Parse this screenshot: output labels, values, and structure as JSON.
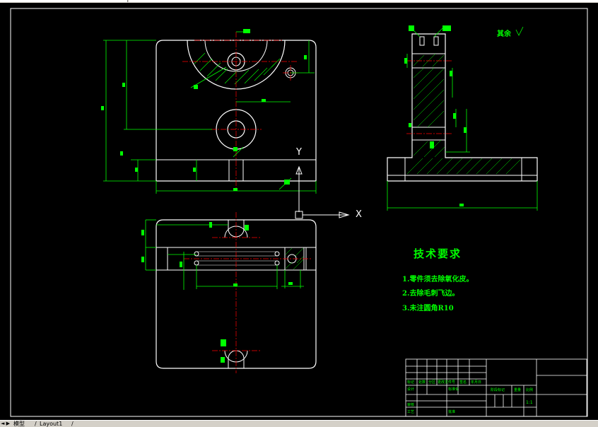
{
  "app": {
    "name": "AutoCAD drawing view",
    "layout_tabs": [
      {
        "label": "模型",
        "active": true
      },
      {
        "label": "Layout1",
        "active": false
      }
    ],
    "tab_nav_glyph": "◄ ▶"
  },
  "ucs": {
    "y_label": "Y",
    "x_label": "X"
  },
  "technical_requirements": {
    "title": "技术要求",
    "items": [
      "1.零件须去除氧化皮。",
      "2.去除毛刺飞边。",
      "3.未注圆角R10"
    ]
  },
  "roughness_note": "其余",
  "title_block": {
    "scale": "1:1",
    "cells": [
      "标记",
      "处数",
      "分区",
      "更改文件号",
      "签名",
      "年月日",
      "设计",
      "标准化",
      "阶段标记",
      "重量",
      "比例",
      "审核",
      "工艺",
      "批准"
    ]
  },
  "colors": {
    "background": "#000000",
    "outline": "#ffffff",
    "dimension": "#00ff00",
    "centerline": "#ff0000",
    "hatch": "#00ff00"
  }
}
